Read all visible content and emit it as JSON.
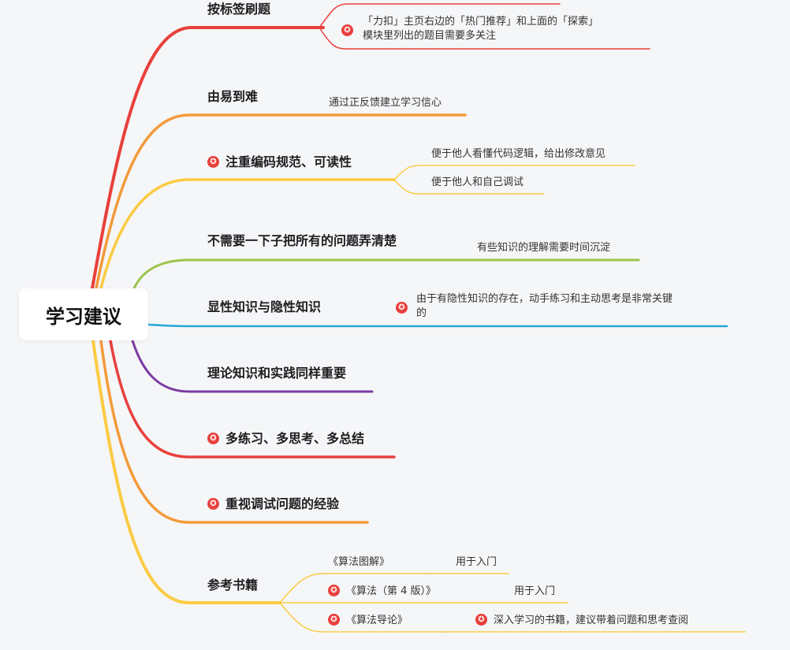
{
  "root": {
    "label": "学习建议"
  },
  "colors": {
    "red": "#e8403c",
    "orange": "#f39a3a",
    "yellow": "#fbcb43",
    "green": "#9cc34a",
    "teal": "#29a7d6",
    "purple": "#7b3aa0",
    "star": "#e8403c"
  },
  "branches": [
    {
      "label": "按标签刷题",
      "children": [
        "「力扣」主页右边的「热门推荐」和上面的「探索」",
        "模块里列出的题目需要多关注"
      ]
    },
    {
      "label": "由易到难",
      "children": [
        "通过正反馈建立学习信心"
      ]
    },
    {
      "label": "注重编码规范、可读性",
      "children": [
        "便于他人看懂代码逻辑，给出修改意见",
        "便于他人和自己调试"
      ]
    },
    {
      "label": "不需要一下子把所有的问题弄清楚",
      "children": [
        "有些知识的理解需要时间沉淀"
      ]
    },
    {
      "label": "显性知识与隐性知识",
      "children": [
        "由于有隐性知识的存在，动手练习和主动思考是非常关键",
        "的"
      ]
    },
    {
      "label": "理论知识和实践同样重要",
      "children": []
    },
    {
      "label": "多练习、多思考、多总结",
      "children": []
    },
    {
      "label": "重视调试问题的经验",
      "children": []
    },
    {
      "label": "参考书籍",
      "children": [
        {
          "label": "《算法图解》",
          "note": "用于入门"
        },
        {
          "label": "《算法（第 4 版）》",
          "note": "用于入门"
        },
        {
          "label": "《算法导论》",
          "note": "深入学习的书籍，建议带着问题和思考查阅"
        }
      ]
    }
  ]
}
